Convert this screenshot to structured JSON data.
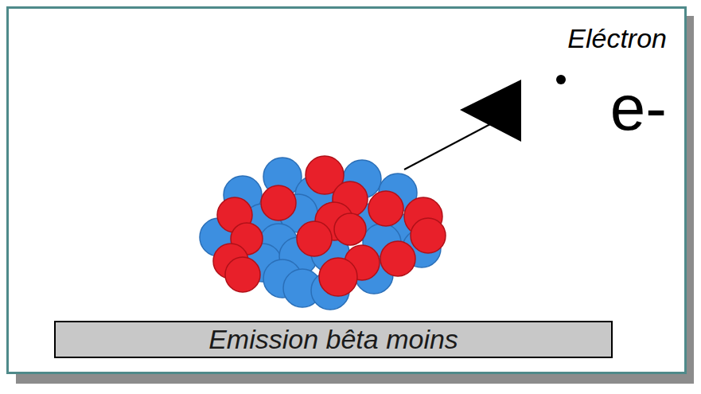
{
  "diagram": {
    "nodes": [
      {
        "text": [
          "Emission bêta moins"
        ]
      }
    ],
    "labels": [
      "Eléctron",
      "e-"
    ]
  }
}
